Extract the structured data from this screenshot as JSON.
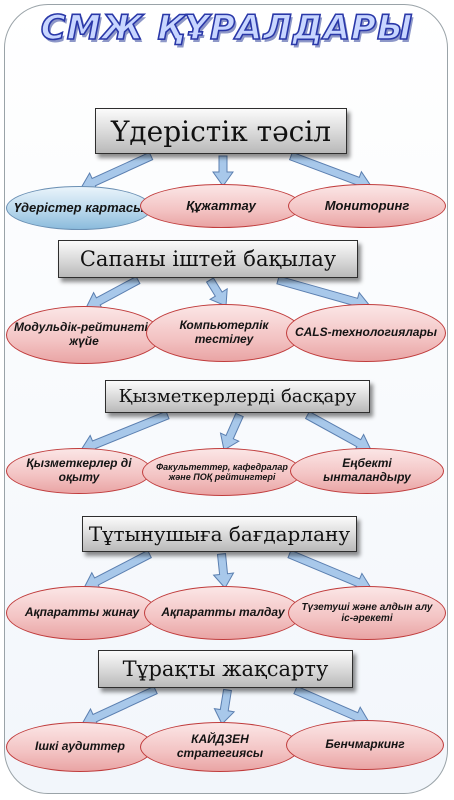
{
  "title": "СМЖ ҚҰРАЛДАРЫ",
  "colors": {
    "arrow": "#a8c8ea",
    "arrow_stroke": "#5b7fb0",
    "node_border": "#c03c3c"
  },
  "sections": [
    {
      "label": "Үдерістік тәсіл",
      "nodes": [
        {
          "text": "Үдерістер картасы",
          "style": "blue"
        },
        {
          "text": "Құжаттау",
          "style": "pink"
        },
        {
          "text": "Мониторинг",
          "style": "pink"
        }
      ]
    },
    {
      "label": "Сапаны іштей бақылау",
      "nodes": [
        {
          "text": "Модульдік-рейтингтік жүйе",
          "style": "pink"
        },
        {
          "text": "Компьютерлік тестілеу",
          "style": "pink"
        },
        {
          "text": "CALS-технологиялары",
          "style": "pink"
        }
      ]
    },
    {
      "label": "Қызметкерлерді басқару",
      "nodes": [
        {
          "text": "Қызметкерлер ді оқыту",
          "style": "pink"
        },
        {
          "text": "Факультеттер, кафедралар және ПОҚ рейтингтері",
          "style": "pink"
        },
        {
          "text": "Еңбекті ынталандыру",
          "style": "pink"
        }
      ]
    },
    {
      "label": "Тұтынушыға бағдарлану",
      "nodes": [
        {
          "text": "Ақпаратты жинау",
          "style": "pink"
        },
        {
          "text": "Ақпаратты талдау",
          "style": "pink"
        },
        {
          "text": "Түзетуші және алдын алу іс-әрекеті",
          "style": "pink"
        }
      ]
    },
    {
      "label": "Тұрақты жақсарту",
      "nodes": [
        {
          "text": "Ішкі аудиттер",
          "style": "pink"
        },
        {
          "text": "КАЙДЗЕН стратегиясы",
          "style": "pink"
        },
        {
          "text": "Бенчмаркинг",
          "style": "pink"
        }
      ]
    }
  ]
}
